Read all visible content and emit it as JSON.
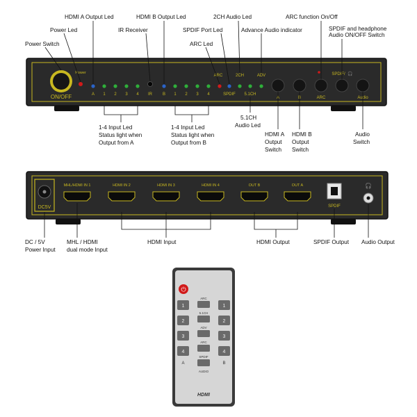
{
  "front_panel": {
    "power_label": "Power",
    "power_switch_label": "ON/OFF",
    "input_led_labels_a": [
      "1",
      "2",
      "3",
      "4"
    ],
    "input_led_labels_b": [
      "1",
      "2",
      "3",
      "4"
    ],
    "a_label": "A",
    "ir_label": "IR",
    "b_label": "B",
    "arc_led_label": "ARC",
    "spdif_led_label": "SPDIF",
    "two_ch_label": "2CH",
    "five_one_ch_label": "5.1CH",
    "adv_label": "ADV",
    "btn_a_label": "A",
    "btn_b_label": "B",
    "btn_arc_label": "ARC",
    "btn_spdif_label": "SPDIF/",
    "btn_audio_label": "Audio"
  },
  "front_callouts": {
    "hdmi_a_output_led": "HDMI A Output Led",
    "power_led": "Power Led",
    "power_switch": "Power Switch",
    "hdmi_b_output_led": "HDMI B Output Led",
    "ir_receiver": "IR Receiver",
    "two_ch_audio_led": "2CH Audio Led",
    "spdif_port_led": "SPDIF Port Led",
    "arc_led": "ARC Led",
    "advance_audio_indicator": "Advance Audio indicator",
    "arc_function": "ARC function On/Off",
    "spdif_headphone_switch_line1": "SPDIF and headphone",
    "spdif_headphone_switch_line2": "Audio ON/OFF Switch",
    "input_led_a_line1": "1-4 Input Led",
    "input_led_a_line2": "Status light when",
    "input_led_a_line3": "Output from A",
    "input_led_b_line1": "1-4 Input Led",
    "input_led_b_line2": "Status light when",
    "input_led_b_line3": "Output from B",
    "five_one_led_line1": "5.1CH",
    "five_one_led_line2": "Audio Led",
    "hdmi_a_switch_line1": "HDMI A",
    "hdmi_a_switch_line2": "Output",
    "hdmi_a_switch_line3": "Switch",
    "hdmi_b_switch_line1": "HDMI B",
    "hdmi_b_switch_line2": "Output",
    "hdmi_b_switch_line3": "Switch",
    "audio_switch_line1": "Audio",
    "audio_switch_line2": "Switch"
  },
  "rear_panel": {
    "dc_label": "DC5V",
    "port_labels": [
      "MHL/HDMI IN 1",
      "HDMI IN 2",
      "HDMI IN 3",
      "HDMI IN 4",
      "OUT B",
      "OUT A"
    ],
    "spdif_label": "SPDIF"
  },
  "rear_callouts": {
    "dc_line1": "DC / 5V",
    "dc_line2": "Power Input",
    "mhl_line1": "MHL / HDMI",
    "mhl_line2": "dual mode Input",
    "hdmi_input": "HDMI Input",
    "hdmi_output": "HDMI Output",
    "spdif_output": "SPDIF Output",
    "audio_output": "Audio Output"
  },
  "remote": {
    "power_symbol": "⏻",
    "col_a_keys": [
      "1",
      "2",
      "3",
      "4"
    ],
    "col_b_keys": [
      "1",
      "2",
      "3",
      "4"
    ],
    "mid_labels": [
      "ARC",
      "5.1CH",
      "ADV",
      "ARC",
      "SPDIF",
      "AUDIO"
    ],
    "col_a_label": "A",
    "col_b_label": "B",
    "brand": "HDMI"
  },
  "colors": {
    "panel": "#2b2b2b",
    "panel_border": "#111111",
    "accent_yellow": "#c8b820",
    "led_green": "#2fae3a",
    "led_blue": "#2a63c8",
    "led_red": "#d11a1a"
  }
}
